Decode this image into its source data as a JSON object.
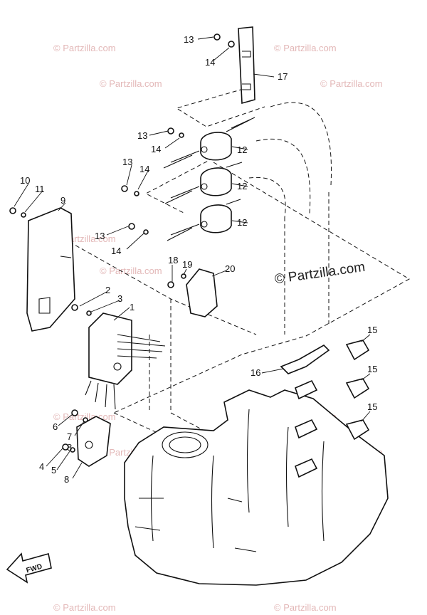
{
  "watermarks": {
    "main": "© Partzilla.com",
    "faint": "© Partzilla.com"
  },
  "fwd_label": "FWD",
  "callouts": [
    "1",
    "2",
    "3",
    "4",
    "5",
    "6",
    "7",
    "8",
    "8",
    "9",
    "10",
    "11",
    "12",
    "12",
    "12",
    "13",
    "13",
    "13",
    "13",
    "14",
    "14",
    "14",
    "14",
    "15",
    "15",
    "15",
    "16",
    "17",
    "18",
    "19",
    "20"
  ],
  "colors": {
    "line": "#111111",
    "watermark_faint": "#e3b8b8",
    "background": "#ffffff"
  }
}
